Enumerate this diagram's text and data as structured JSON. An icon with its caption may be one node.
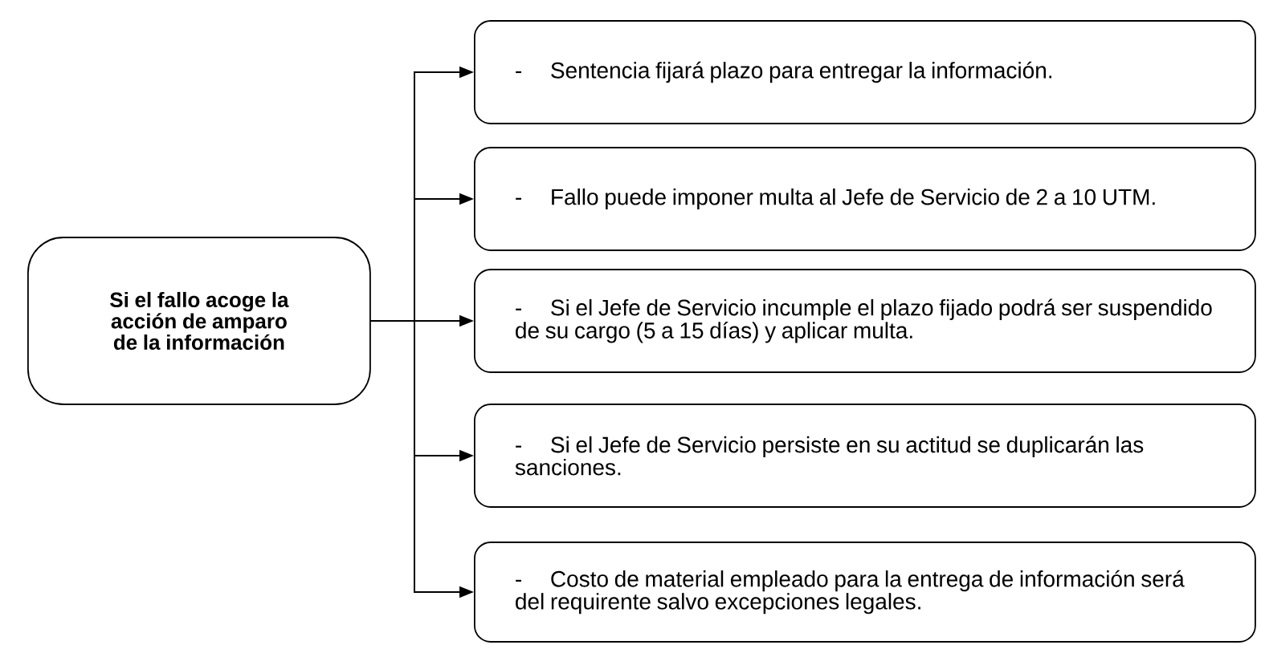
{
  "diagram": {
    "nodes": [
      {
        "text": [
          "Si el fallo acoge la acción de amparo de la información"
        ]
      },
      {
        "text": [
          "-",
          "Sentencia fijará plazo para entregar la información."
        ]
      },
      {
        "text": [
          "-",
          "Fallo puede imponer multa al Jefe de Servicio de 2 a 10 UTM."
        ]
      },
      {
        "text": [
          "-",
          "Si el Jefe de Servicio incumple el plazo fijado podrá ser suspendido de su cargo (5 a 15 días) y aplicar multa."
        ]
      },
      {
        "text": [
          "-",
          "Si el Jefe de Servicio persiste en su actitud se duplicarán las sanciones."
        ]
      },
      {
        "text": [
          "-",
          "Costo de material empleado para la entrega de información será del requirente salvo excepciones legales."
        ]
      }
    ],
    "edges": [
      {
        "from": 0,
        "to": 1,
        "arrow": "to"
      },
      {
        "from": 0,
        "to": 2,
        "arrow": "to"
      },
      {
        "from": 0,
        "to": 3,
        "arrow": "to"
      },
      {
        "from": 0,
        "to": 4,
        "arrow": "to"
      },
      {
        "from": 0,
        "to": 5,
        "arrow": "to"
      }
    ]
  }
}
